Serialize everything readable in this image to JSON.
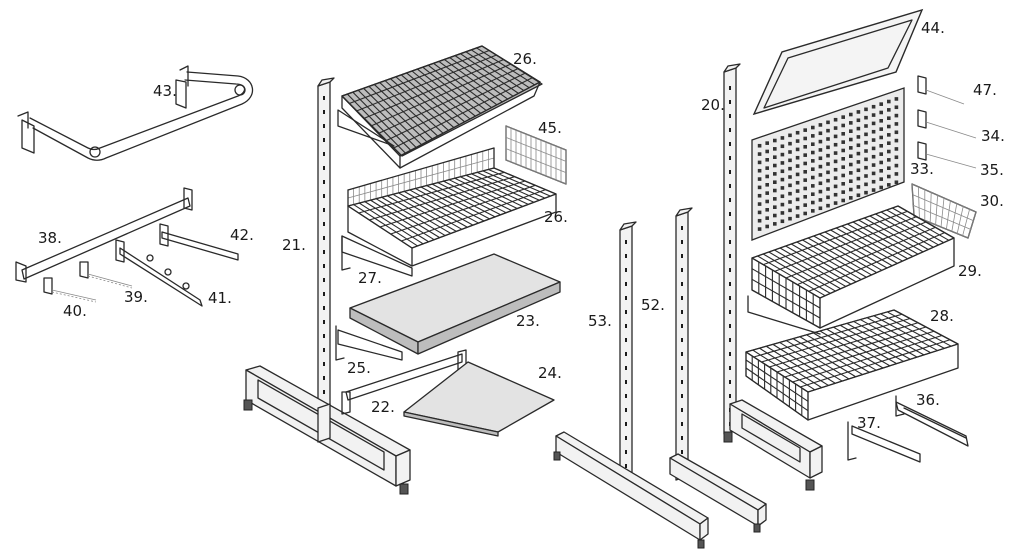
{
  "labels": {
    "p44": "44.",
    "p47": "47.",
    "p34": "34.",
    "p35": "35.",
    "p33": "33.",
    "p30": "30.",
    "p29": "29.",
    "p28": "28.",
    "p36": "36.",
    "p37": "37.",
    "p20": "20.",
    "p26a": "26.",
    "p45": "45.",
    "p26b": "26.",
    "p21": "21.",
    "p27": "27.",
    "p23": "23.",
    "p25": "25.",
    "p24": "24.",
    "p22": "22.",
    "p43": "43.",
    "p38": "38.",
    "p42": "42.",
    "p39": "39.",
    "p40": "40.",
    "p41": "41.",
    "p53": "53.",
    "p52": "52."
  }
}
